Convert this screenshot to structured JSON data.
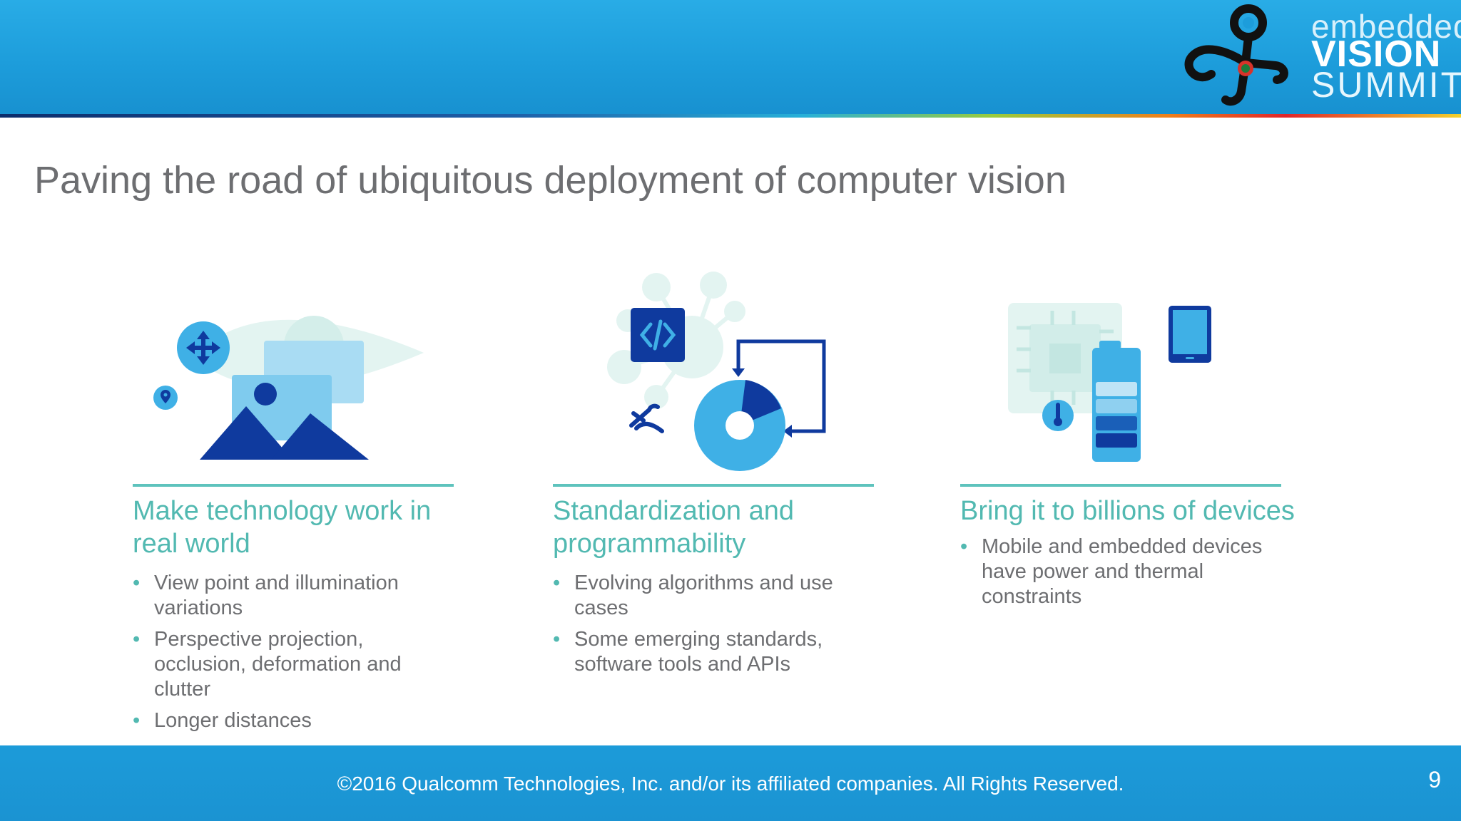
{
  "header": {
    "logo": {
      "line1": "embedded",
      "line2": "VISION",
      "line3": "SUMMIT"
    }
  },
  "slide": {
    "title": "Paving the road of ubiquitous deployment of computer vision",
    "columns": [
      {
        "heading": "Make technology work in real world",
        "bullets": [
          "View point and illumination variations",
          "Perspective projection, occlusion, deformation and clutter",
          "Longer distances"
        ]
      },
      {
        "heading": "Standardization and programmability",
        "bullets": [
          "Evolving algorithms and use cases",
          "Some emerging standards, software tools and APIs"
        ]
      },
      {
        "heading": "Bring it to billions of devices",
        "bullets": [
          "Mobile and embedded devices have power and thermal constraints"
        ]
      }
    ]
  },
  "footer": {
    "copyright": "©2016 Qualcomm Technologies, Inc. and/or its affiliated companies. All Rights Reserved.",
    "page_number": "9"
  },
  "colors": {
    "header_blue": "#1d9ddb",
    "teal_accent": "#52b9b1",
    "dark_blue": "#0f3a9e",
    "light_blue": "#3fb0e6",
    "text_gray": "#6d6e71"
  },
  "icons": [
    "move-arrows-icon",
    "location-pin-icon",
    "mountain-image-icon",
    "code-icon",
    "network-nodes-icon",
    "wrench-icon",
    "cycle-arrow-icon",
    "pie-donut-icon",
    "chip-board-icon",
    "battery-icon",
    "thermometer-icon",
    "tablet-icon"
  ]
}
